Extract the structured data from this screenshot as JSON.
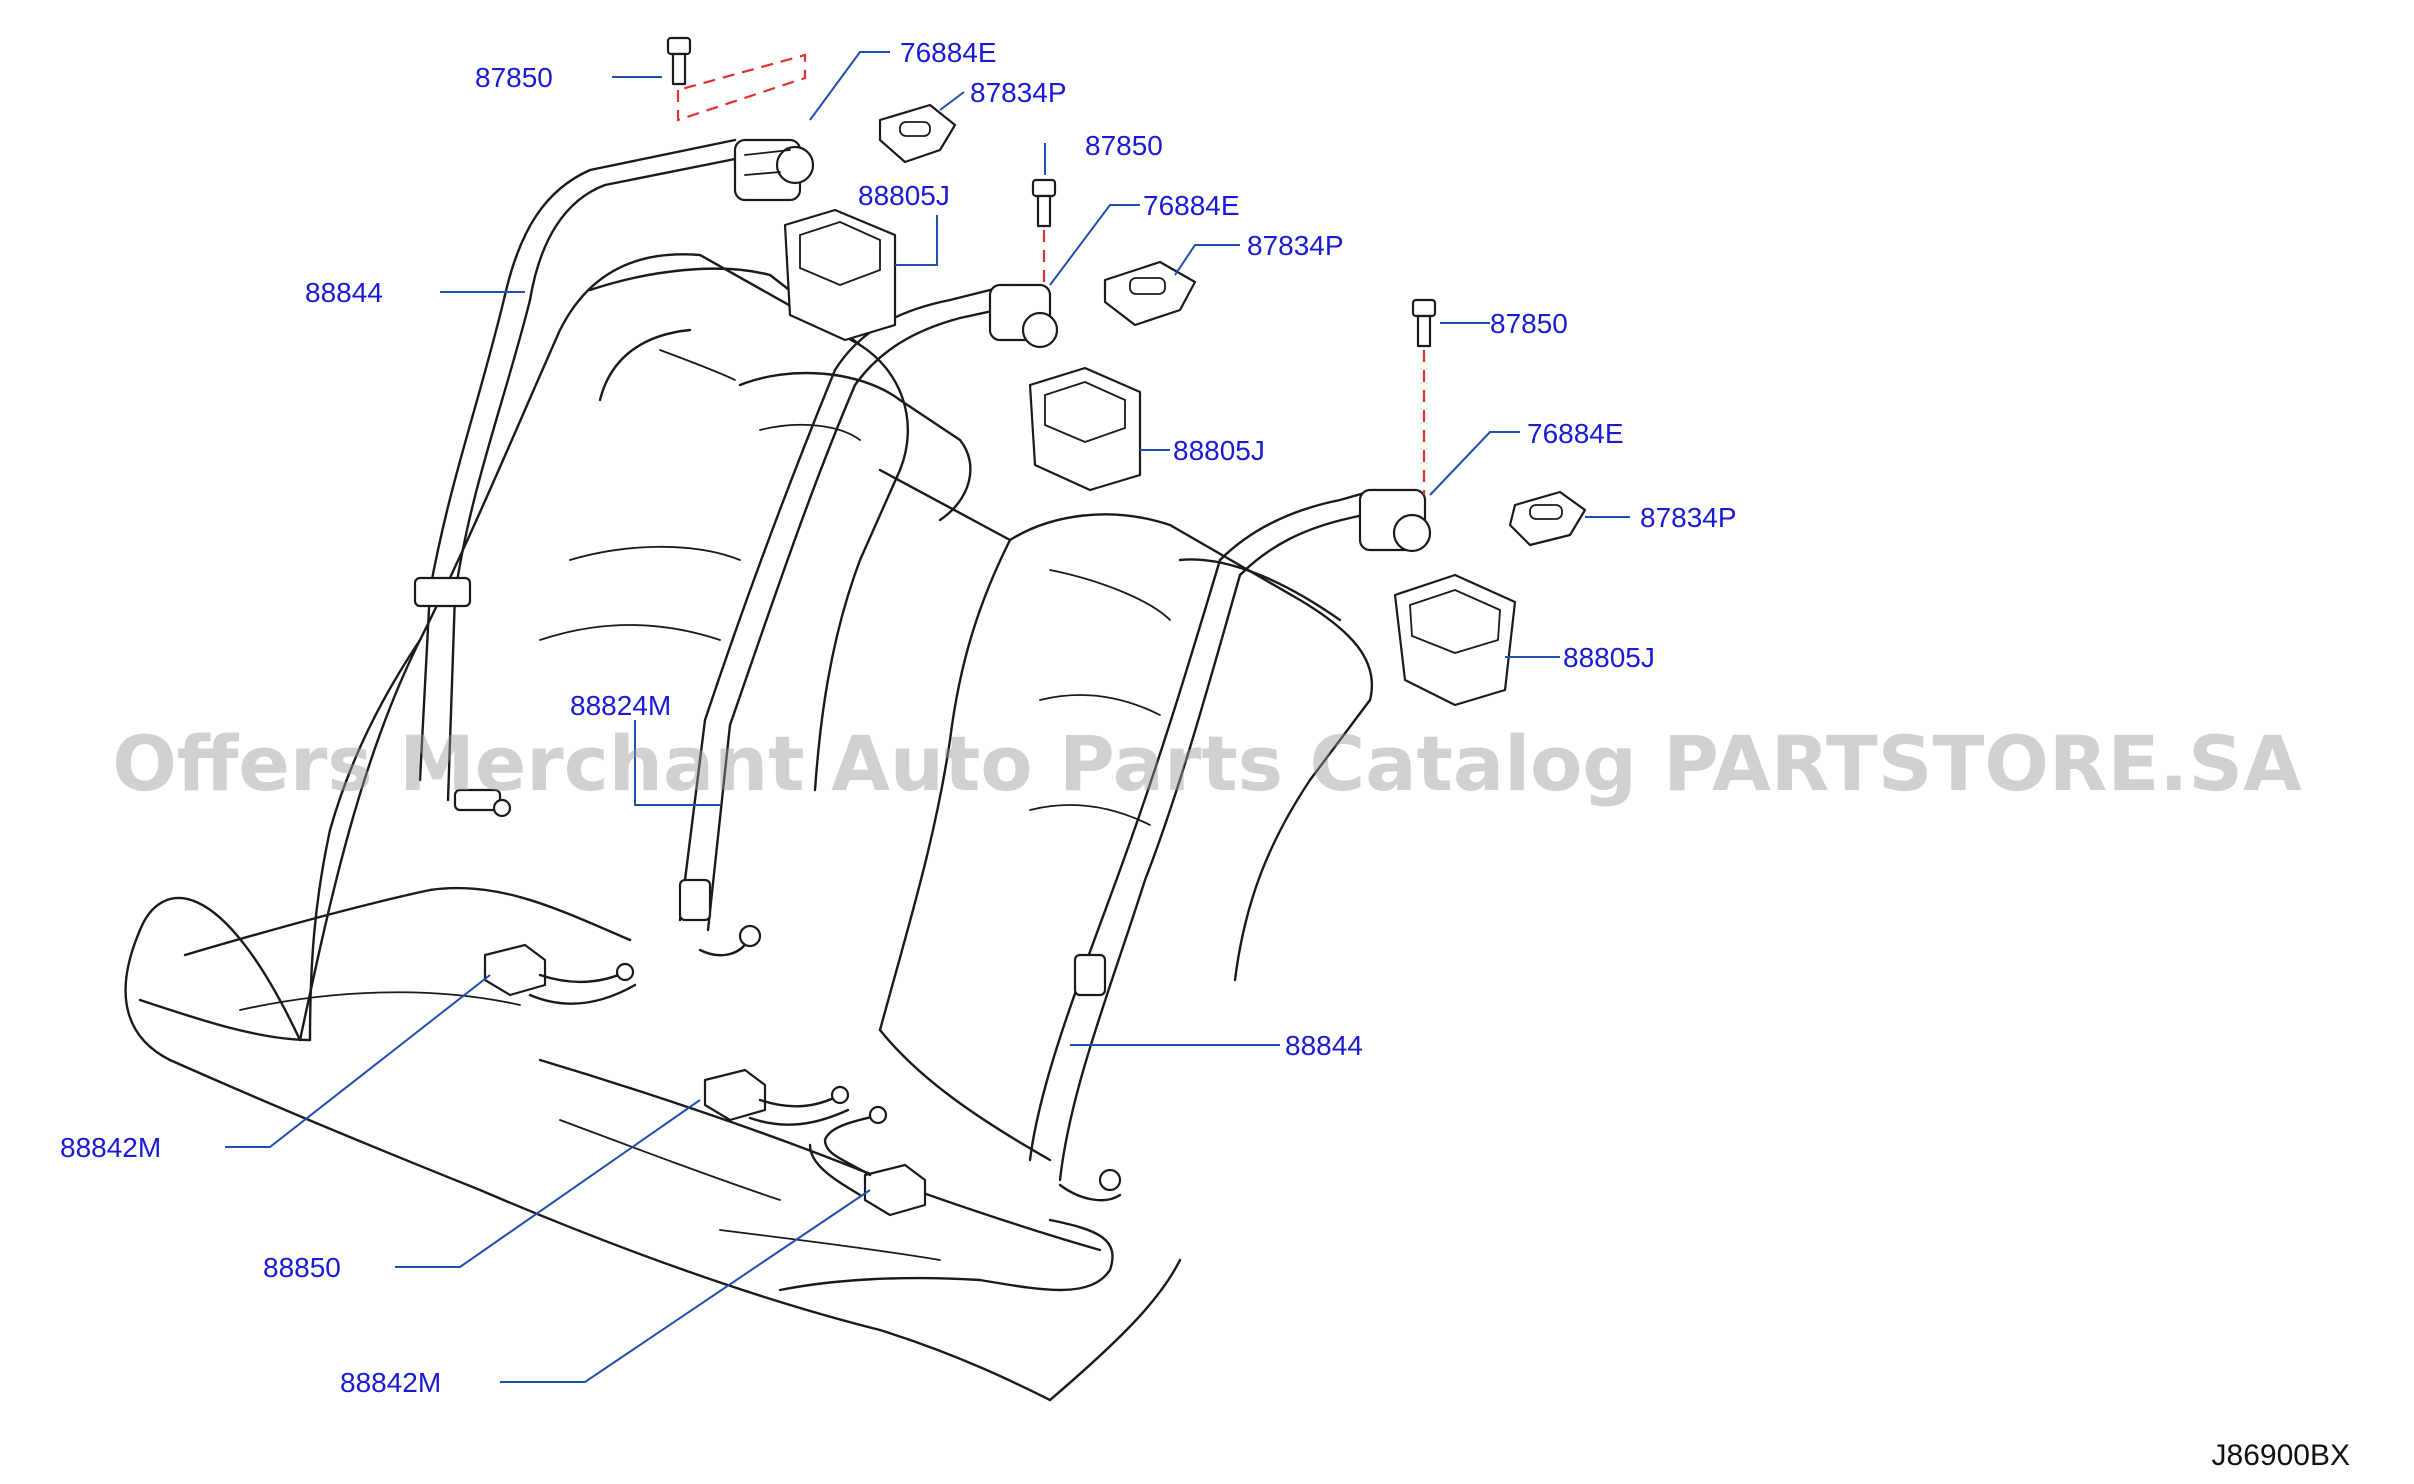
{
  "watermark": "Offers Merchant Auto Parts Catalog PARTSTORE.SA",
  "diagram_code": "J86900BX",
  "labels": {
    "bolt_1": "87850",
    "anchor_1": "76884E",
    "cover_1": "87834P",
    "escutcheon_1": "88805J",
    "belt_outer_left": "88844",
    "bolt_2": "87850",
    "anchor_2": "76884E",
    "cover_2": "87834P",
    "escutcheon_2": "88805J",
    "bolt_3": "87850",
    "anchor_3": "76884E",
    "cover_3": "87834P",
    "escutcheon_3": "88805J",
    "belt_center": "88824M",
    "belt_outer_right": "88844",
    "buckle_left": "88842M",
    "buckle_center": "88850",
    "buckle_right": "88842M"
  }
}
